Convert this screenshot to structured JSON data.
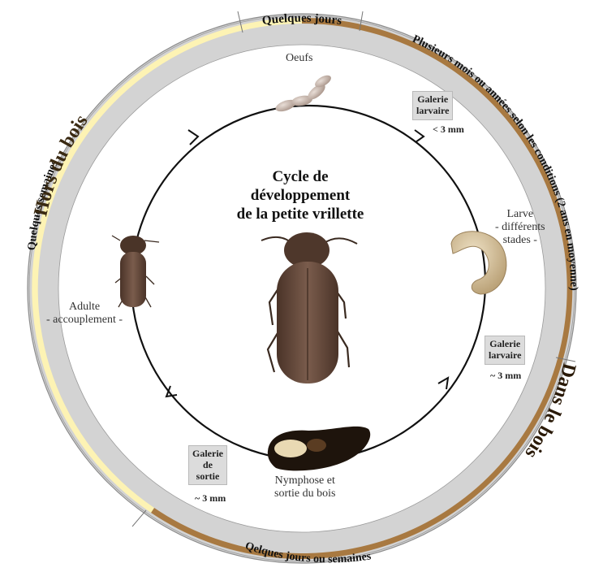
{
  "diagram": {
    "title_lines": [
      "Cycle de",
      "développement",
      "de la petite vrillette"
    ],
    "outer_ring": {
      "top_label": "Quelques jours",
      "right_label": "Plusieurs mois ou années selon les conditions (2 ans en moyenne)",
      "bottom_label": "Qelques jours ou semaines",
      "left_label": "Quelques semaines"
    },
    "inner_ring": {
      "left_label": "Hors du bois",
      "right_label": "Dans le bois",
      "colors": {
        "outside_wood": "#fdf3b4",
        "inside_wood": "#a87941",
        "ring_gray": "#d3d3d3"
      }
    },
    "stages": {
      "eggs": "Oeufs",
      "larva": [
        "Larve",
        "- différents",
        "stades -"
      ],
      "pupa": [
        "Nymphose et",
        "sortie du bois"
      ],
      "adult": [
        "Adulte",
        "- accouplement -"
      ]
    },
    "boxes": {
      "gallery_1": {
        "lines": [
          "Galerie",
          "larvaire"
        ],
        "measure": "< 3 mm"
      },
      "gallery_2": {
        "lines": [
          "Galerie",
          "larvaire"
        ],
        "measure": "~ 3 mm"
      },
      "exit": {
        "lines": [
          "Galerie",
          "de",
          "sortie"
        ],
        "measure": "~ 3 mm"
      }
    },
    "icons": [
      "eggs-icon",
      "larva-icon",
      "pupa-icon",
      "adult-beetle-icon",
      "beetle-large-icon",
      "cycle-arrow-icon"
    ]
  }
}
